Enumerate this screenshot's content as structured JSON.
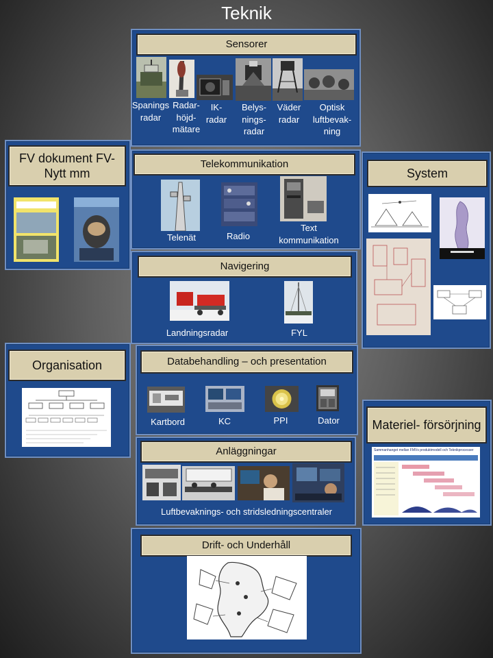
{
  "page": {
    "title": "Teknik"
  },
  "sensorer": {
    "header": "Sensorer",
    "items": [
      {
        "label": "Spanings radar",
        "image": "search-radar-photo"
      },
      {
        "label": "Radar- höjd- mätare",
        "image": "height-finder-radar-photo"
      },
      {
        "label": "IK- radar",
        "image": "ik-radar-photo"
      },
      {
        "label": "Belys- nings- radar",
        "image": "illumination-radar-photo"
      },
      {
        "label": "Väder radar",
        "image": "weather-radar-photo"
      },
      {
        "label": "Optisk luftbevak- ning",
        "image": "optical-observation-photo"
      }
    ]
  },
  "telekom": {
    "header": "Telekommunikation",
    "items": [
      {
        "label": "Telenät",
        "image": "telecom-tower-photo"
      },
      {
        "label": "Radio",
        "image": "radio-equipment-photo"
      },
      {
        "label": "Text kommunikation",
        "image": "text-terminal-photo"
      }
    ]
  },
  "navigering": {
    "header": "Navigering",
    "items": [
      {
        "label": "Landningsradar",
        "image": "landing-radar-photo"
      },
      {
        "label": "FYL",
        "image": "fyl-mast-photo"
      }
    ]
  },
  "databehandling": {
    "header": "Databehandling – och presentation",
    "items": [
      {
        "label": "Kartbord",
        "image": "map-table-photo"
      },
      {
        "label": "KC",
        "image": "kc-console-photo"
      },
      {
        "label": "PPI",
        "image": "ppi-display-photo"
      },
      {
        "label": "Dator",
        "image": "computer-photo"
      }
    ]
  },
  "anlaggningar": {
    "header": "Anläggningar",
    "caption": "Luftbevaknings- och stridsledningscentraler"
  },
  "drift": {
    "header": "Drift- och Underhåll"
  },
  "fv_dokument": {
    "header": "FV dokument FV-Nytt mm"
  },
  "organisation": {
    "header": "Organisation"
  },
  "system": {
    "header": "System"
  },
  "materiel": {
    "header": "Materiel- försörjning",
    "chart_title": "Sammanhanget mellan FMVs produktmodell och Teknikprocesser"
  },
  "colors": {
    "panel": "#1f4a8c",
    "panel_border": "#6f8fc2",
    "header_bg": "#d9cfae",
    "text_light": "#ffffff"
  }
}
